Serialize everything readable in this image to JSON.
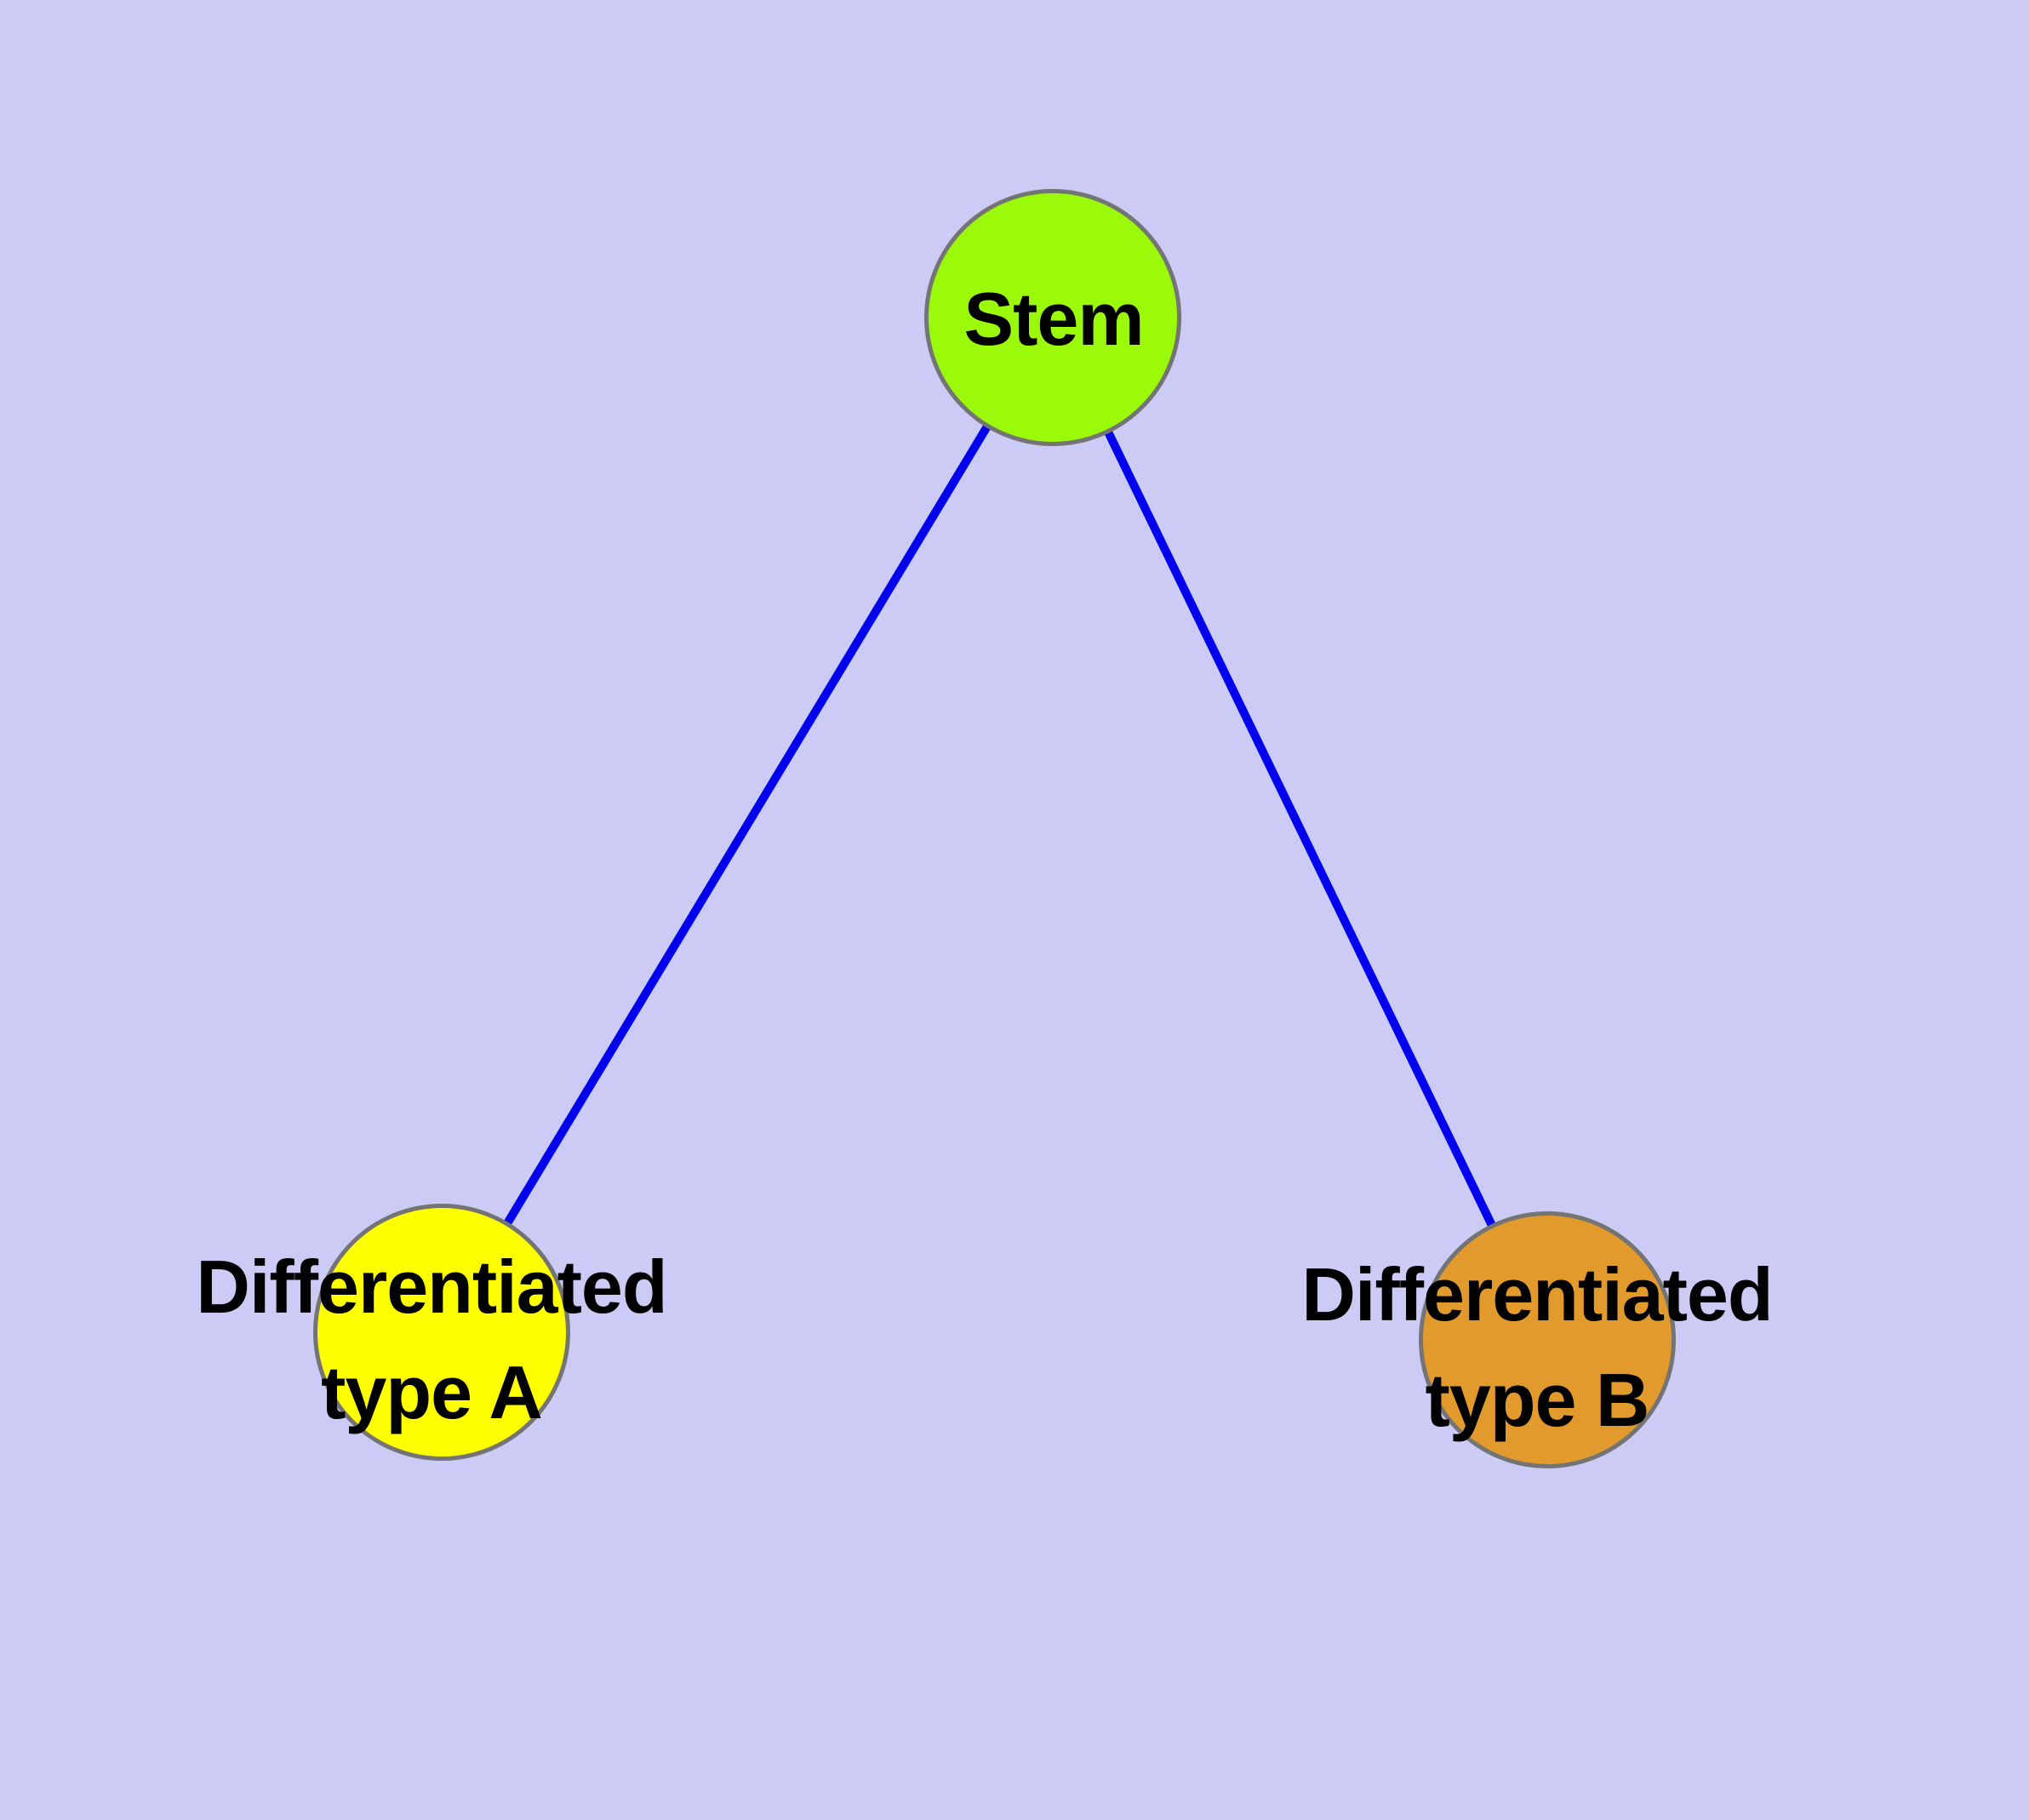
{
  "graph": {
    "background_color": "#CBCBF5",
    "edge_color": "#0000EE",
    "node_border_color": "#747474",
    "text_color": "#000000",
    "nodes": [
      {
        "id": "stem",
        "label": "Stem",
        "fill_color": "#9BFA0A"
      },
      {
        "id": "differentiated-type-a",
        "label": "Differentiated type A",
        "label_line1": "Differentiated",
        "label_line2": "type A",
        "fill_color": "#FFFF00"
      },
      {
        "id": "differentiated-type-b",
        "label": "Differentiated type B",
        "label_line1": "Differentiated",
        "label_line2": "type B",
        "fill_color": "#E39A2D"
      }
    ],
    "edges": [
      {
        "from": "Stem",
        "to": "Differentiated type A"
      },
      {
        "from": "Stem",
        "to": "Differentiated type B"
      }
    ]
  }
}
